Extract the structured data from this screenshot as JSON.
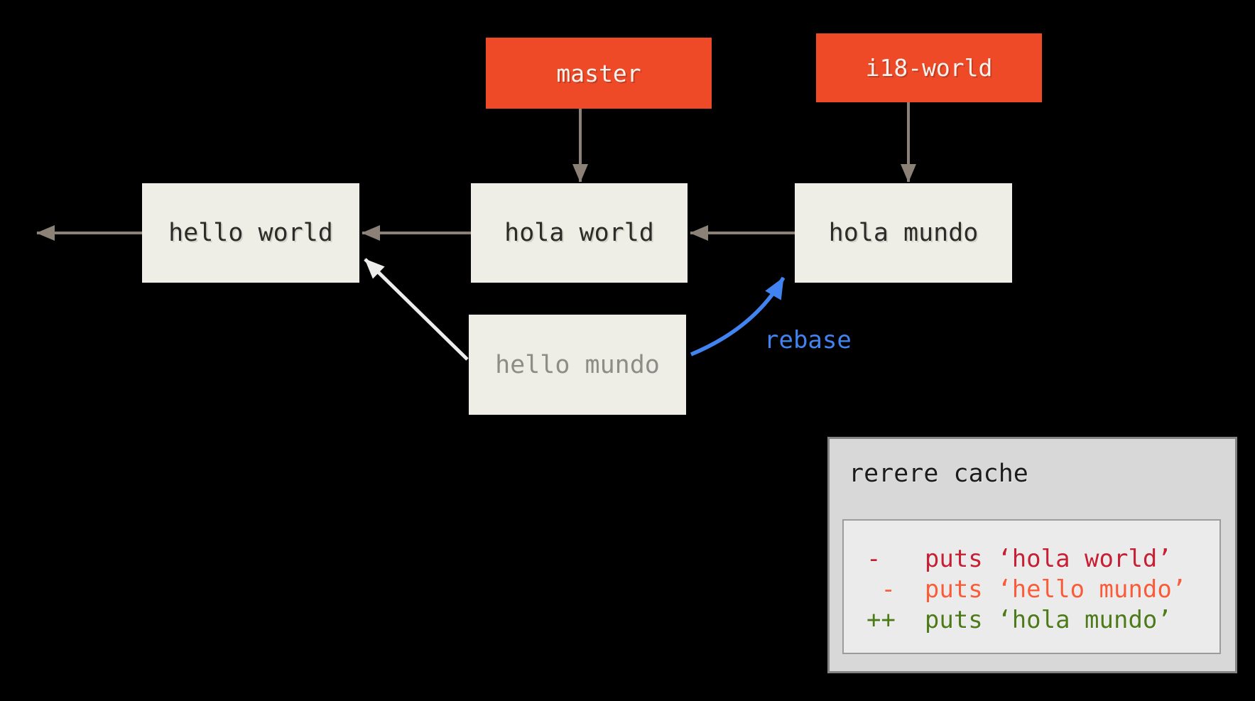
{
  "diagram": {
    "branches": [
      {
        "label": "master"
      },
      {
        "label": "i18-world"
      }
    ],
    "commits": [
      {
        "label": "hello world"
      },
      {
        "label": "hola world"
      },
      {
        "label": "hola mundo"
      },
      {
        "label": "hello mundo",
        "dimmed": true
      }
    ],
    "annotations": {
      "rebase_label": "rebase"
    }
  },
  "rerere_panel": {
    "title": "rerere cache",
    "diff_lines": [
      {
        "text": "-   puts ‘hola world’",
        "color": "#c71f33"
      },
      {
        "text": " -  puts ‘hello mundo’",
        "color": "#fa5c39"
      },
      {
        "text": "++  puts ‘hola mundo’",
        "color": "#4d7b1a"
      }
    ]
  },
  "colors": {
    "background": "#000000",
    "branch_box": "#ef4a28",
    "branch_text": "#f7f3ee",
    "commit_box": "#efeee6",
    "commit_text": "#2b2b28",
    "commit_text_dimmed": "#8d8d88",
    "arrow_gray": "#8b8177",
    "arrow_white": "#ededeb",
    "arrow_blue": "#4183f0",
    "rebase_text": "#4183f0",
    "panel_bg": "#d8d8d8",
    "panel_border": "#838383",
    "inner_bg": "#ebebeb",
    "inner_border": "#9c9c9c",
    "panel_title_text": "#1c1c1c"
  }
}
